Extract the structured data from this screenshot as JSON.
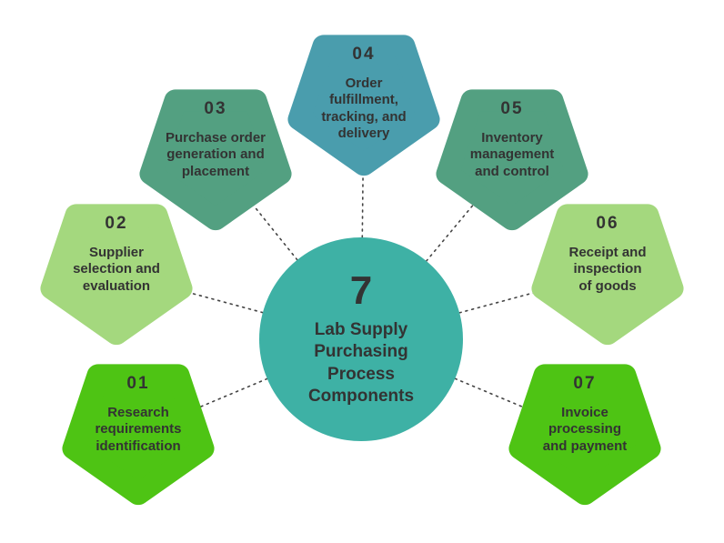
{
  "infographic": {
    "center": {
      "number": "7",
      "title": "Lab Supply\nPurchasing\nProcess\nComponents"
    },
    "steps": [
      {
        "number": "01",
        "label": "Research\nrequirements\nidentification",
        "color": "#4EC414"
      },
      {
        "number": "02",
        "label": "Supplier\nselection and\nevaluation",
        "color": "#A4D87E"
      },
      {
        "number": "03",
        "label": "Purchase order\ngeneration and\nplacement",
        "color": "#53A081"
      },
      {
        "number": "04",
        "label": "Order\nfulfillment,\ntracking, and\ndelivery",
        "color": "#4A9DAD"
      },
      {
        "number": "05",
        "label": "Inventory\nmanagement\nand control",
        "color": "#53A081"
      },
      {
        "number": "06",
        "label": "Receipt and\ninspection\nof goods",
        "color": "#A4D87E"
      },
      {
        "number": "07",
        "label": "Invoice\nprocessing\nand payment",
        "color": "#4EC414"
      }
    ],
    "colors": {
      "center_circle": "#3EB1A5",
      "text": "#333333",
      "connector": "#444444",
      "background": "#FFFFFF"
    }
  }
}
